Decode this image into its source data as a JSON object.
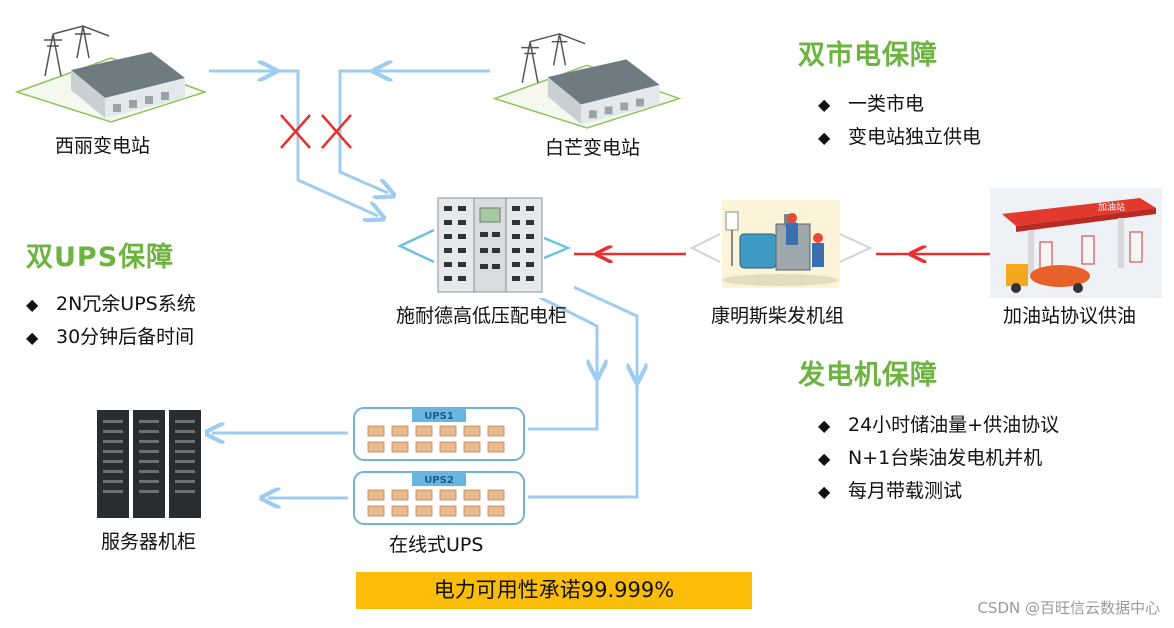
{
  "nodes": {
    "xili_substation": "西丽变电站",
    "baimang_substation": "白芒变电站",
    "switchgear": "施耐德高低压配电柜",
    "generator": "康明斯柴发机组",
    "fuel_station": "加油站协议供油",
    "fuel_sign": "加油站",
    "servers": "服务器机柜",
    "ups": "在线式UPS",
    "ups1": "UPS1",
    "ups2": "UPS2"
  },
  "dual_grid": {
    "title": "双市电保障",
    "items": [
      "一类市电",
      "变电站独立供电"
    ]
  },
  "dual_ups": {
    "title": "双UPS保障",
    "items": [
      "2N冗余UPS系统",
      "30分钟后备时间"
    ]
  },
  "generator_guarantee": {
    "title": "发电机保障",
    "items": [
      "24小时储油量+供油协议",
      "N+1台柴油发电机并机",
      "每月带载测试"
    ]
  },
  "banner": "电力可用性承诺99.999%",
  "watermark": "CSDN @百旺信云数据中心",
  "colors": {
    "accent_green": "#6db33f",
    "flow_blue": "#9fcdf2",
    "flow_red": "#e83030",
    "banner_yellow": "#fbbd08"
  }
}
